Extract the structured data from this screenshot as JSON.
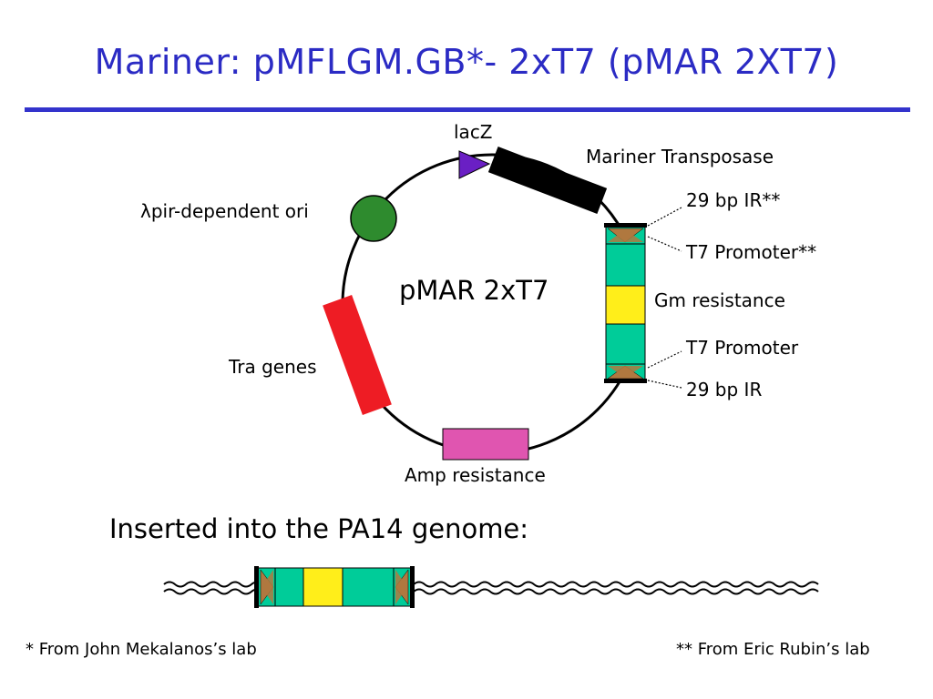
{
  "slide": {
    "title": "Mariner: pMFLGM.GB*- 2xT7 (pMAR 2XT7)"
  },
  "plasmid": {
    "name": "pMAR 2xT7",
    "labels": {
      "lacz": "lacZ",
      "mariner_transposase": "Mariner Transposase",
      "pir_symbol": "λ",
      "pir_ori": "pir-dependent ori",
      "ir_top": "29 bp IR**",
      "t7_top": "T7 Promoter**",
      "gm": "Gm resistance",
      "t7_bottom": "T7 Promoter",
      "ir_bottom": "29 bp IR",
      "tra": "Tra genes",
      "amp": "Amp resistance"
    }
  },
  "genome": {
    "caption": "Inserted into the PA14 genome:"
  },
  "footnotes": {
    "left": "* From John Mekalanos’s lab",
    "right": "** From Eric Rubin’s lab"
  },
  "colors": {
    "title": "#2b2bc4",
    "rule": "#3333cc",
    "ori": "#2e8b2e",
    "lacz_arrow": "#6a1fc4",
    "transposase": "#000000",
    "cassette_green": "#00cc99",
    "gm_yellow": "#ffee1a",
    "ir_brown": "#b07840",
    "tra": "#ee1c24",
    "amp": "#e055b0"
  }
}
